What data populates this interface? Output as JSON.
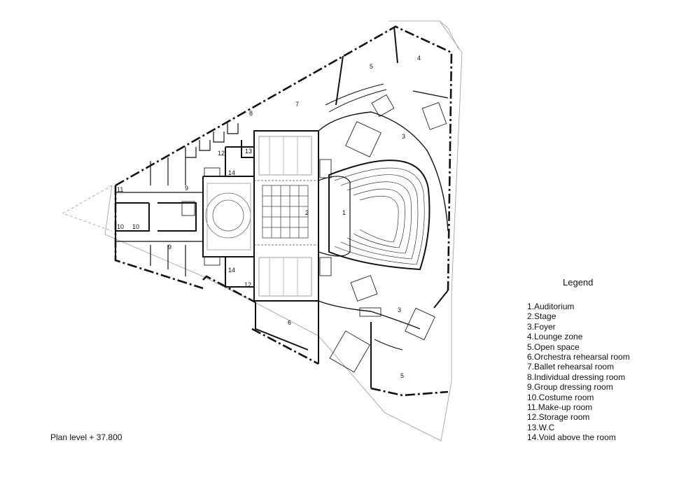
{
  "legend": {
    "title": "Legend",
    "items": [
      "1.Auditorium",
      "2.Stage",
      "3.Foyer",
      "4.Lounge zone",
      "5.Open space",
      "6.Orchestra rehearsal room",
      "7.Ballet rehearsal room",
      "8.Individual dressing room",
      "9.Group dressing room",
      "10.Costume room",
      "11.Make-up room",
      "12.Storage room",
      "13.W.C",
      "14.Void  above the room"
    ]
  },
  "plan_caption": "Plan level + 37.800",
  "room_labels": {
    "auditorium": "1",
    "stage": "2",
    "foyer_upper": "3",
    "foyer_lower": "3",
    "lounge": "4",
    "open_space_top": "5",
    "open_space_bottom": "5",
    "orchestra": "6",
    "ballet": "7",
    "dressing_individual": "8",
    "group_dressing_top": "9",
    "group_dressing_bottom": "9",
    "costume_a": "10",
    "costume_b": "10",
    "makeup": "11",
    "storage_top": "12",
    "storage_bottom": "12",
    "wc": "13",
    "void_top": "14",
    "void_bottom": "14"
  }
}
